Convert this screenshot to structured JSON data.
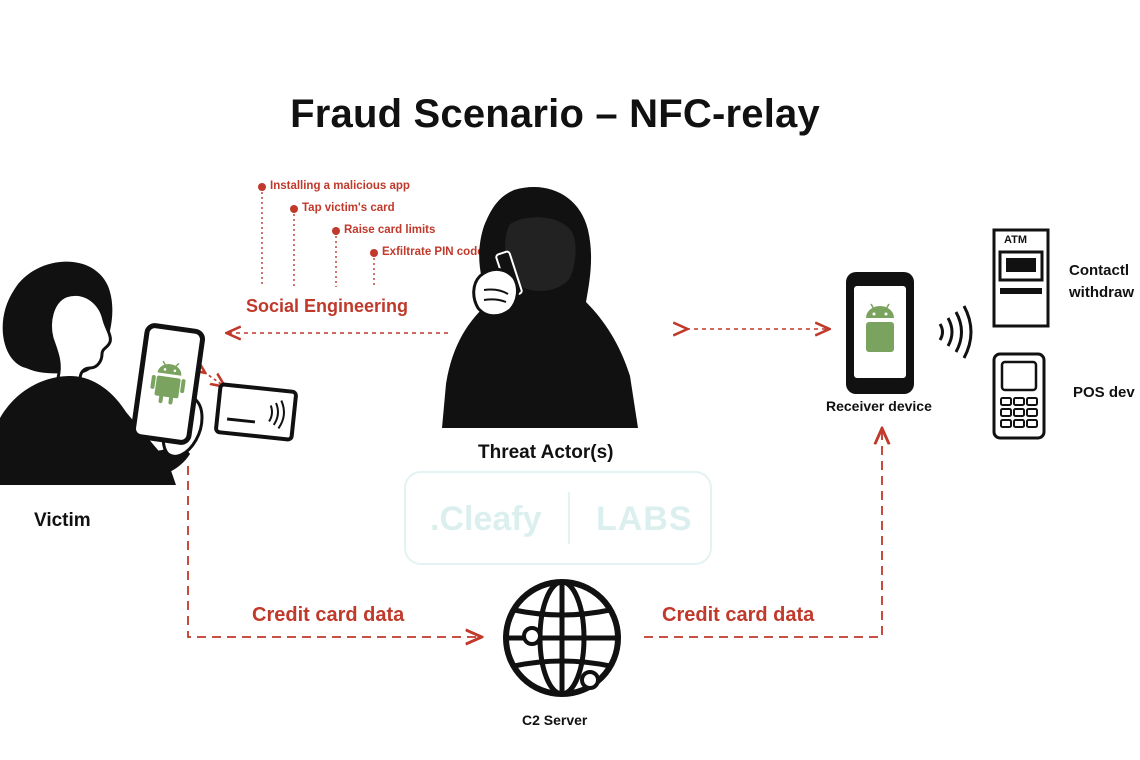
{
  "title": "Fraud Scenario – NFC-relay",
  "steps": [
    "Installing a malicious app",
    "Tap victim's card",
    "Raise card limits",
    "Exfiltrate PIN code"
  ],
  "social_engineering": "Social Engineering",
  "actors": {
    "victim": "Victim",
    "threat_actor": "Threat Actor(s)",
    "receiver": "Receiver device",
    "c2": "C2 Server"
  },
  "flows": {
    "left": "Credit card data",
    "right": "Credit card data"
  },
  "terminals": {
    "atm_sign": "ATM",
    "atm_label_1": "Contactl",
    "atm_label_2": "withdraw",
    "pos_label": "POS dev"
  },
  "watermark": {
    "brand": ".Cleafy",
    "labs": "LABS"
  },
  "colors": {
    "accent_red": "#c0392b",
    "android_green": "#7aa35f",
    "ink": "#111111",
    "watermark": "#dcefef"
  }
}
